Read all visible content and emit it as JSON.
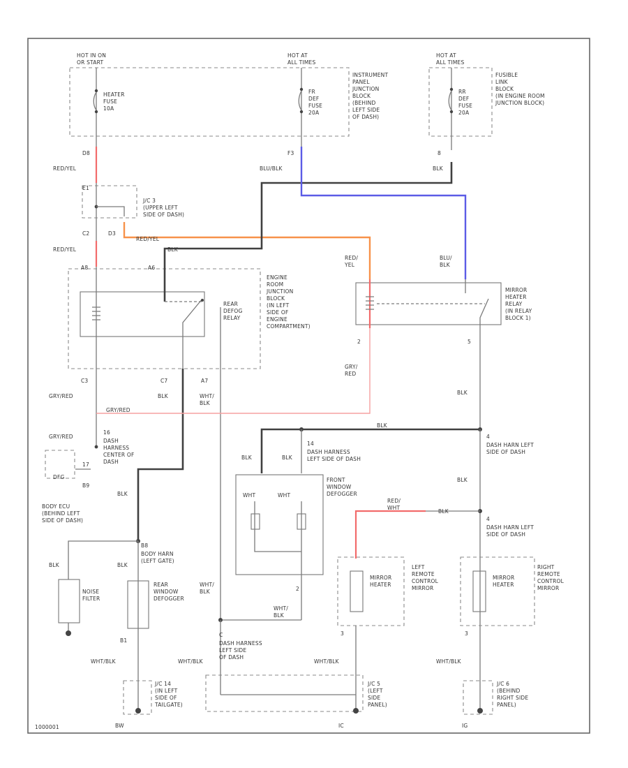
{
  "labels": {
    "hot_run_start": "HOT IN ON\nOR START",
    "hot_at_all_times_1": "HOT AT\nALL TIMES",
    "hot_at_all_times_2": "HOT AT\nALL TIMES",
    "heater_fuse": "HEATER\nFUSE\n10A",
    "fr_def_fuse": "FR\nDEF\nFUSE\n20A",
    "rr_def_fuse": "RR\nDEF\nFUSE\n20A",
    "ipjb": "INSTRUMENT\nPANEL\nJUNCTION\nBLOCK\n(BEHIND\nLEFT SIDE\nOF DASH)",
    "fusible_link": "FUSIBLE\nLINK\nBLOCK\n(IN ENGINE ROOM\nJUNCTION BLOCK)",
    "c_d8": "D8",
    "c_f3": "F3",
    "c_8a": "8",
    "w_red_yel_1": "RED/YEL",
    "w_blu_blk": "BLU/BLK",
    "w_blk_top": "BLK",
    "c_e1": "E1",
    "jc3": "J/C 3\n(UPPER LEFT\nSIDE OF DASH)",
    "c_c2": "C2",
    "c_d3": "D3",
    "w_red_yel_2": "RED/YEL",
    "w_red_yel_3": "RED/YEL",
    "w_blk_mid": "BLK",
    "c_a8": "A8",
    "c_a6": "A6",
    "w_red_yel_4": "RED/\nYEL",
    "w_blu_blk_2": "BLU/\nBLK",
    "erjb": "ENGINE\nROOM\nJUNCTION\nBLOCK\n(IN LEFT\nSIDE OF\nENGINE\nCOMPARTMENT)",
    "rear_defog_relay": "REAR\nDEFOG\nRELAY",
    "mirror_heater_relay": "MIRROR\nHEATER\nRELAY\n(IN RELAY\nBLOCK 1)",
    "c_2a": "2",
    "c_5a": "5",
    "c_c3": "C3",
    "c_c7": "C7",
    "c_a7": "A7",
    "w_gry_red_1": "GRY/RED",
    "w_blk_c7": "BLK",
    "w_wht_blk_a7": "WHT/\nBLK",
    "w_gry_red_2": "GRY/\nRED",
    "w_blk_right": "BLK",
    "w_gry_red_3": "GRY/RED",
    "w_gry_red_4": "GRY/RED",
    "c_16": "16",
    "dash_harness_center": "DASH\nHARNESS\nCENTER OF\nDASH",
    "w_blk_bus": "BLK",
    "c_14": "14",
    "dash_harness_left": "DASH HARNESS\nLEFT SIDE OF DASH",
    "c_4a": "4",
    "dash_harn_left_1": "DASH HARN LEFT\nSIDE OF DASH",
    "def_label": "DFG",
    "j_17": "17",
    "c_b9": "B9",
    "w_blk_a": "BLK",
    "w_blk_b": "BLK",
    "front_wdw_defogger": "FRONT\nWINDOW\nDEFOGGER",
    "w_wht_1": "WHT",
    "w_wht_2": "WHT",
    "w_red_wht": "RED/\nWHT",
    "w_blk_r1": "BLK",
    "w_blk_r2": "BLK",
    "c_4b": "4",
    "dash_harn_left_2": "DASH HARN LEFT\nSIDE OF DASH",
    "body_ecu": "BODY ECU\n(BEHIND LEFT\nSIDE OF DASH)",
    "w_blk_ecu": "BLK",
    "c_b8": "B8",
    "body_harn": "BODY HARN\n(LEFT GATE)",
    "w_blk_noise": "BLK",
    "w_blk_rd": "BLK",
    "noise_filter": "NOISE\nFILTER",
    "rear_wdw_defogger": "REAR\nWINDOW\nDEFOGGER",
    "w_wht_blk_1": "WHT/\nBLK",
    "c_2b": "2",
    "w_wht_blk_2": "WHT/\nBLK",
    "c_b1": "B1",
    "c_c": "C",
    "dash_harness_lower": "DASH HARNESS\nLEFT SIDE\nOF DASH",
    "mirror_heater_l": "MIRROR\nHEATER",
    "left_remote_mirror": "LEFT\nREMOTE\nCONTROL\nMIRROR",
    "mirror_heater_r": "MIRROR\nHEATER",
    "right_remote_mirror": "RIGHT\nREMOTE\nCONTROL\nMIRROR",
    "c_3a": "3",
    "c_3b": "3",
    "w_wht_blk_3": "WHT/BLK",
    "w_wht_blk_4": "WHT/BLK",
    "w_wht_blk_5": "WHT/BLK",
    "w_wht_blk_6": "WHT/BLK",
    "jc14": "J/C 14\n(IN LEFT\nSIDE OF\nTAILGATE)",
    "jc5": "J/C 5\n(LEFT\nSIDE\nPANEL)",
    "jc6": "J/C 6\n(BEHIND\nRIGHT SIDE\nPANEL)",
    "g_b": "BW",
    "g_c": "IC",
    "g_d": "IG",
    "diagram_id": "1000001"
  }
}
